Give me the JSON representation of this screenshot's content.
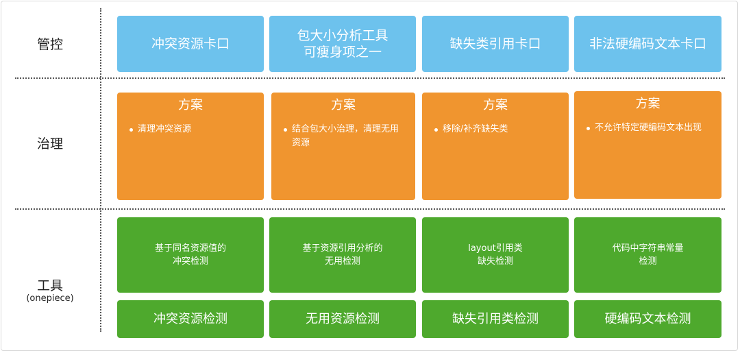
{
  "rows": {
    "governance_label": "管控",
    "treatment_label": "治理",
    "tools_label": "工具",
    "tools_sublabel": "(onepiece)"
  },
  "governance": [
    {
      "line1": "冲突资源卡口",
      "line2": ""
    },
    {
      "line1": "包大小分析工具",
      "line2": "可瘦身项之一"
    },
    {
      "line1": "缺失类引用卡口",
      "line2": ""
    },
    {
      "line1": "非法硬编码文本卡口",
      "line2": ""
    }
  ],
  "treatment": [
    {
      "title": "方案",
      "bullet": "清理冲突资源",
      "bullet_line2": ""
    },
    {
      "title": "方案",
      "bullet": "结合包大小治理，清理无用",
      "bullet_line2": "资源"
    },
    {
      "title": "方案",
      "bullet": "移除/补齐缺失类",
      "bullet_line2": ""
    },
    {
      "title": "方案",
      "bullet": "不允许特定硬编码文本出现",
      "bullet_line2": ""
    }
  ],
  "detection": [
    {
      "line1": "基于同名资源值的",
      "line2": "冲突检测"
    },
    {
      "line1": "基于资源引用分析的",
      "line2": "无用检测"
    },
    {
      "line1": "layout引用类",
      "line2": "缺失检测"
    },
    {
      "line1": "代码中字符串常量",
      "line2": "检测"
    }
  ],
  "tools": [
    {
      "label": "冲突资源检测"
    },
    {
      "label": "无用资源检测"
    },
    {
      "label": "缺失引用类检测"
    },
    {
      "label": "硬编码文本检测"
    }
  ],
  "colors": {
    "governance": "#6dc2ed",
    "treatment": "#f0952f",
    "tools": "#4ea92d"
  }
}
